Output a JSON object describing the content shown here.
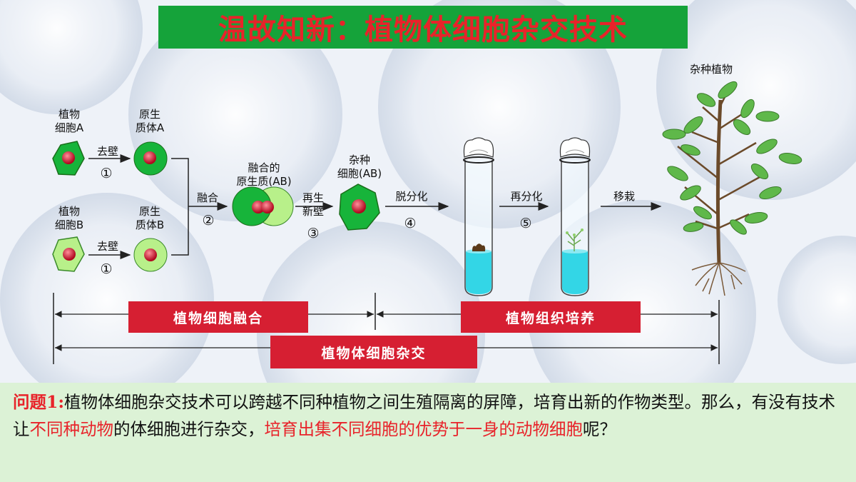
{
  "title": "温故知新：植物体细胞杂交技术",
  "labels": {
    "cell_a": [
      "植物",
      "细胞A"
    ],
    "cell_b": [
      "植物",
      "细胞B"
    ],
    "proto_a": [
      "原生",
      "质体A"
    ],
    "proto_b": [
      "原生",
      "质体B"
    ],
    "remove_wall_top": "去壁",
    "remove_wall_bottom": "去壁",
    "fusion": "融合",
    "fused_proto": [
      "融合的",
      "原生质(AB)"
    ],
    "regen_wall": [
      "再生",
      "新壁"
    ],
    "hybrid_cell": [
      "杂种",
      "细胞(AB)"
    ],
    "dediff": "脱分化",
    "rediff": "再分化",
    "transplant": "移栽",
    "hybrid_plant": "杂种植物"
  },
  "steps": [
    "①",
    "①",
    "②",
    "③",
    "④",
    "⑤"
  ],
  "bands": {
    "cell_fusion": "植物细胞融合",
    "tissue_culture": "植物组织培养",
    "somatic_hybrid": "植物体细胞杂交"
  },
  "question": {
    "label": "问题1:",
    "part1": "植物体细胞杂交技术可以跨越不同种植物之间生殖隔离的屏障，培育出新的作物类型。那么，有没有技术让",
    "highlight1": "不同种动物",
    "part2": "的体细胞进行杂交，",
    "highlight2": "培育出集不同细胞的优势于一身的动物细胞",
    "part3": "呢？"
  },
  "colors": {
    "title_bg": "#15a33a",
    "title_text": "#e8232a",
    "band_red": "#d61f32",
    "question_bg": "#dcf2d6",
    "cell_dark": "#17b43a",
    "cell_light": "#b8f08a",
    "nucleus": "#c8102e",
    "medium": "#33d6e6"
  }
}
